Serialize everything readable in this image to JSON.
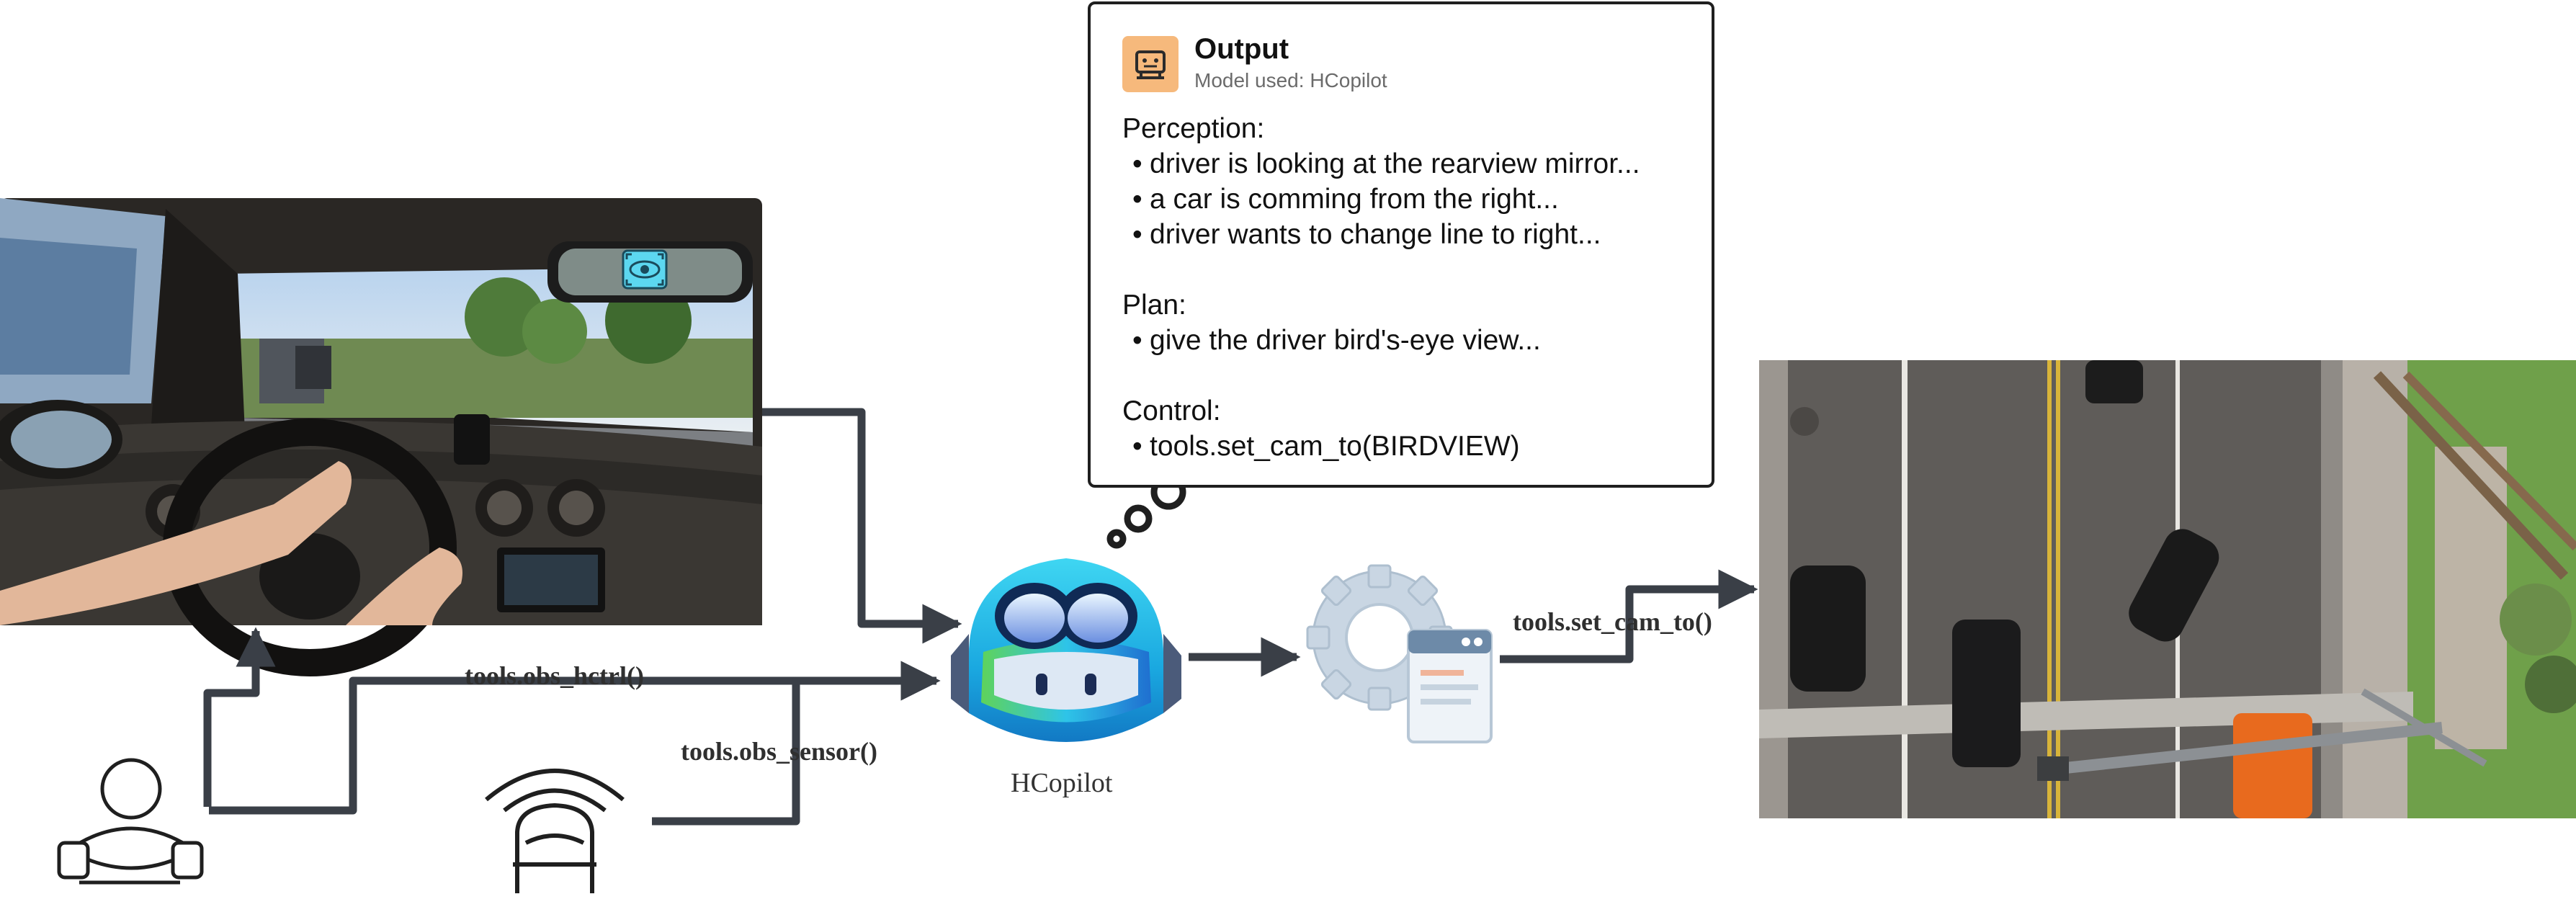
{
  "output_panel": {
    "title": "Output",
    "subtitle": "Model used: HCopilot",
    "perception_heading": "Perception:",
    "perception_items": [
      "driver is looking at the rearview mirror...",
      "a car is comming from the right...",
      "driver wants to change line to right..."
    ],
    "plan_heading": "Plan:",
    "plan_items": [
      "give the driver bird's-eye view..."
    ],
    "control_heading": "Control:",
    "control_items": [
      "tools.set_cam_to(BIRDVIEW)"
    ]
  },
  "edges": {
    "obs_hctrl": "tools.obs_hctrl()",
    "obs_sensor": "tools.obs_sensor()",
    "set_cam_to": "tools.set_cam_to()"
  },
  "nodes": {
    "copilot_caption": "HCopilot"
  },
  "colors": {
    "arrow": "#3a3f47",
    "copilot_head": "#2ec4e8",
    "copilot_accent": "#5fd35a",
    "gear": "#c9d6e3",
    "output_icon_bg": "#f6b97c",
    "eye_icon": "#5cd7f0"
  },
  "icons": {
    "output_icon": "robot-face-icon",
    "eye_icon": "eye-icon",
    "gear_icon": "gear-window-icon",
    "driver_icon": "driver-icon",
    "car_icon": "car-sensor-icon"
  }
}
